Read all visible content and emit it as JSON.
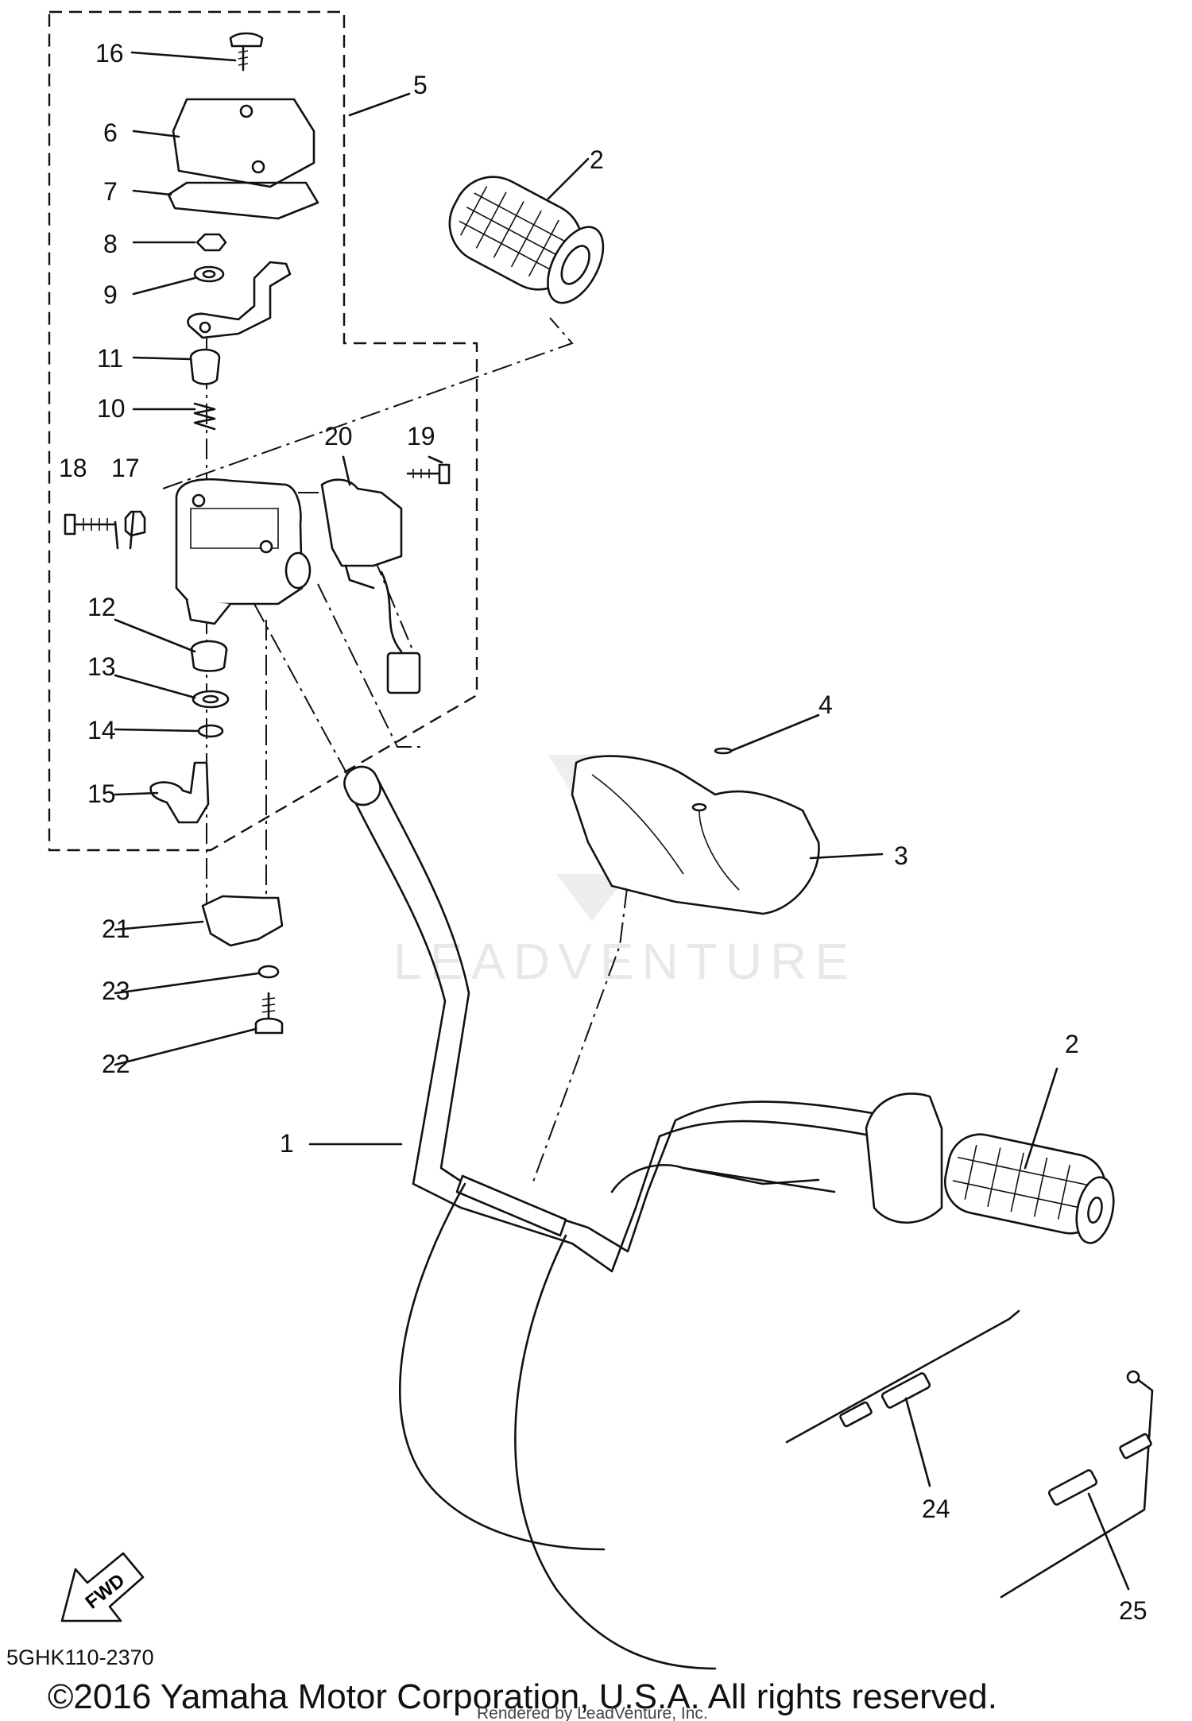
{
  "diagram": {
    "code": "5GHK110-2370",
    "copyright": "©2016 Yamaha Motor Corporation, U.S.A. All rights reserved.",
    "rendered_by": "Rendered by LeadVenture, Inc.",
    "watermark": "LEADVENTURE",
    "fwd_label": "FWD"
  },
  "callouts": {
    "c1": "1",
    "c2a": "2",
    "c2b": "2",
    "c3": "3",
    "c4": "4",
    "c5": "5",
    "c6": "6",
    "c7": "7",
    "c8": "8",
    "c9": "9",
    "c10": "10",
    "c11": "11",
    "c12": "12",
    "c13": "13",
    "c14": "14",
    "c15": "15",
    "c16": "16",
    "c17": "17",
    "c18": "18",
    "c19": "19",
    "c20": "20",
    "c21": "21",
    "c22": "22",
    "c23": "23",
    "c24": "24",
    "c25": "25"
  }
}
